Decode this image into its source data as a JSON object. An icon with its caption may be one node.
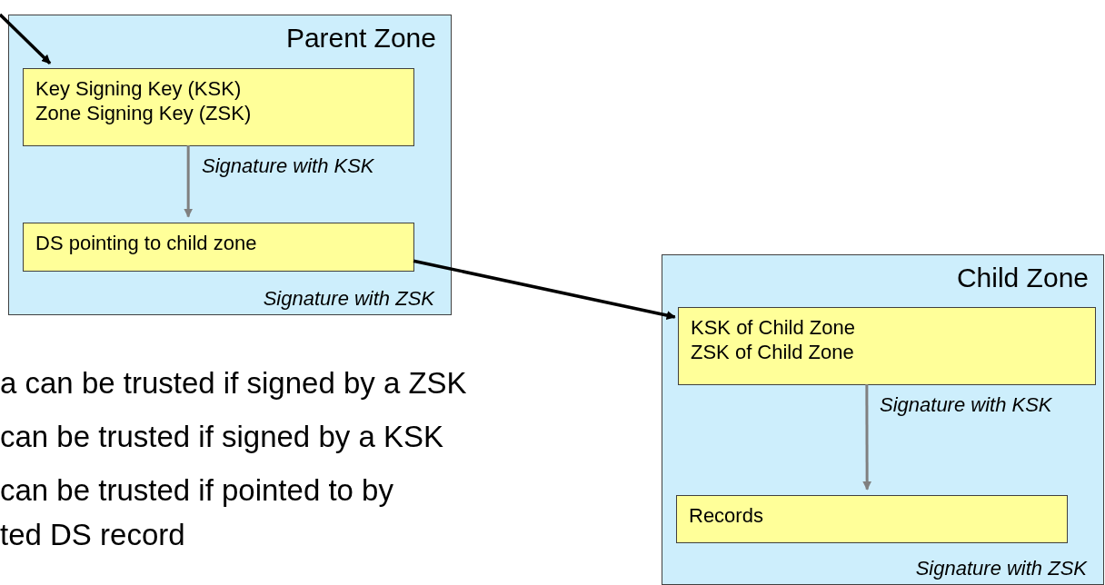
{
  "diagram": {
    "nodes": [
      {
        "text": [
          "Parent Zone",
          "Signature with ZSK"
        ]
      },
      {
        "text": [
          "Key Signing Key (KSK)",
          "Zone Signing Key (ZSK)"
        ],
        "in": 0
      },
      {
        "text": [
          "DS pointing to child zone"
        ],
        "in": 0
      },
      {
        "text": [
          "Child Zone",
          "Signature with ZSK"
        ]
      },
      {
        "text": [
          "KSK of Child Zone",
          "ZSK of Child Zone"
        ],
        "in": 3
      },
      {
        "text": [
          "Records"
        ],
        "in": 3
      }
    ],
    "edges": [
      {
        "from": null,
        "to": 1,
        "arrow": "to"
      },
      {
        "from": 1,
        "to": 2,
        "arrow": "to",
        "label": "Signature with KSK",
        "color": "#808080"
      },
      {
        "from": 2,
        "to": 4,
        "arrow": "to"
      },
      {
        "from": 4,
        "to": 5,
        "arrow": "to",
        "label": "Signature with KSK",
        "color": "#808080"
      }
    ],
    "labels": [
      "a can be trusted if signed by a ZSK",
      "can be trusted if signed by a KSK",
      "can be trusted if pointed to by",
      "ted DS record"
    ]
  }
}
